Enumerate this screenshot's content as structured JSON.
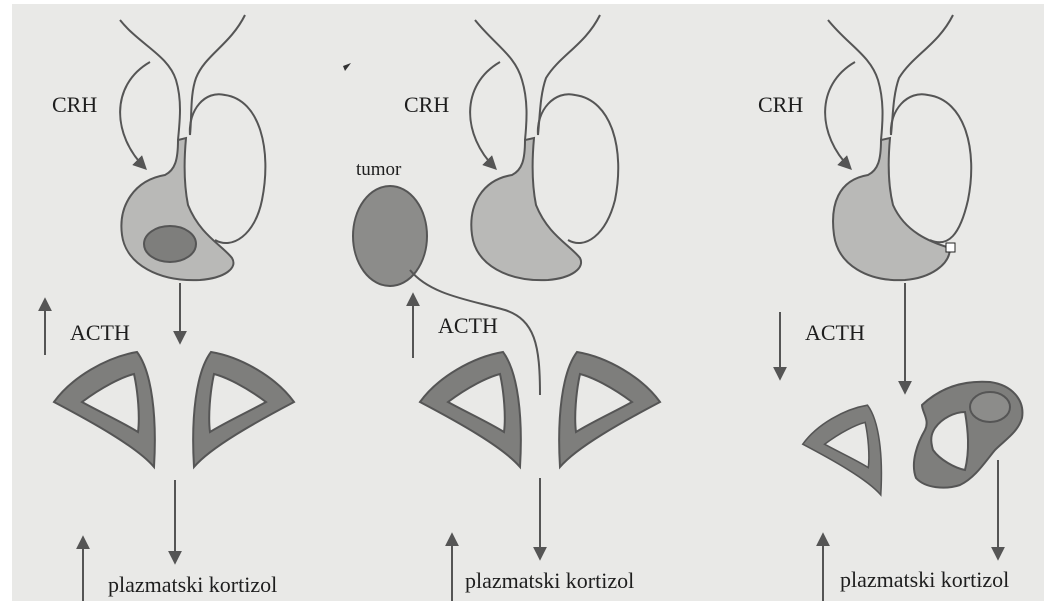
{
  "colors": {
    "paper": "#e9e9e7",
    "paper_edge": "#d4d4d1",
    "gland_fill": "#b9b9b7",
    "adrenal_fill": "#7e7e7c",
    "tumor_fill": "#8c8c8a",
    "line": "#555555",
    "text": "#1e1e1e",
    "marker": "#ffffff"
  },
  "panels": [
    {
      "crh_label": "CRH",
      "acth_label": "ACTH",
      "cortisol_label": "plazmatski kortizol",
      "acth_trend": "up",
      "cortisol_trend": "up"
    },
    {
      "crh_label": "CRH",
      "tumor_label": "tumor",
      "acth_label": "ACTH",
      "cortisol_label": "plazmatski kortizol",
      "acth_trend": "up",
      "cortisol_trend": "up"
    },
    {
      "crh_label": "CRH",
      "acth_label": "ACTH",
      "cortisol_label": "plazmatski kortizol",
      "acth_trend": "down",
      "cortisol_trend": "up"
    }
  ]
}
